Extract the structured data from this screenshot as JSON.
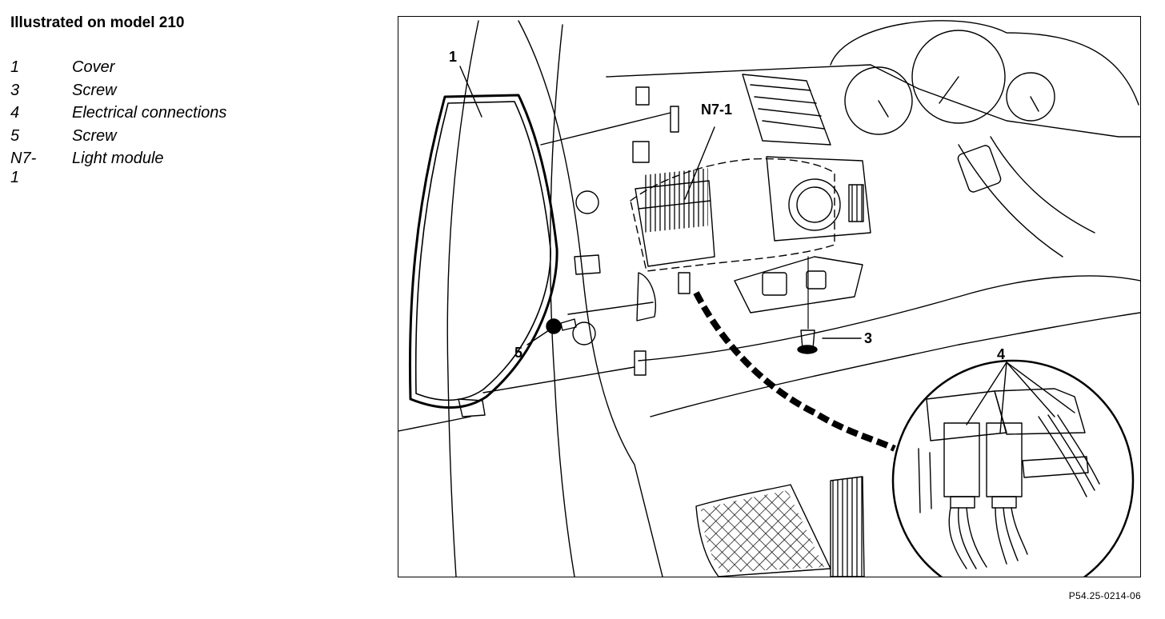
{
  "heading": "Illustrated on model 210",
  "legend": [
    {
      "num": "1",
      "text": "Cover"
    },
    {
      "num": "3",
      "text": "Screw"
    },
    {
      "num": "4",
      "text": "Electrical connections"
    },
    {
      "num": "5",
      "text": "Screw"
    },
    {
      "num": "N7-1",
      "text": "Light module"
    }
  ],
  "callouts": {
    "c1": "1",
    "c3": "3",
    "c4": "4",
    "c5": "5",
    "n71": "N7-1"
  },
  "reference_code": "P54.25-0214-06"
}
